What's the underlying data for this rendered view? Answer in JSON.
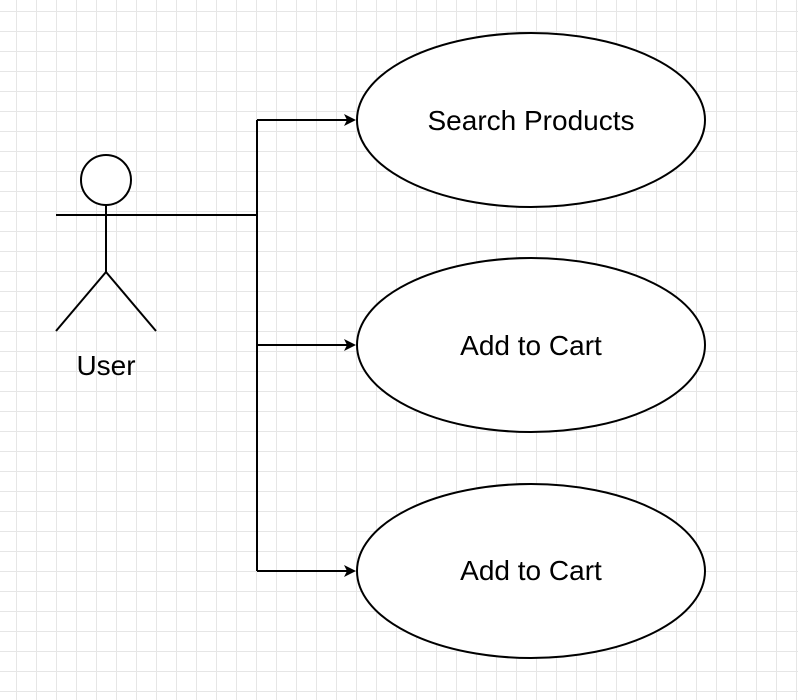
{
  "actor": {
    "label": "User"
  },
  "use_cases": [
    {
      "label": "Search Products"
    },
    {
      "label": "Add to Cart"
    },
    {
      "label": "Add to Cart"
    }
  ],
  "colors": {
    "stroke": "#000000",
    "fill": "#ffffff",
    "text": "#000000"
  }
}
